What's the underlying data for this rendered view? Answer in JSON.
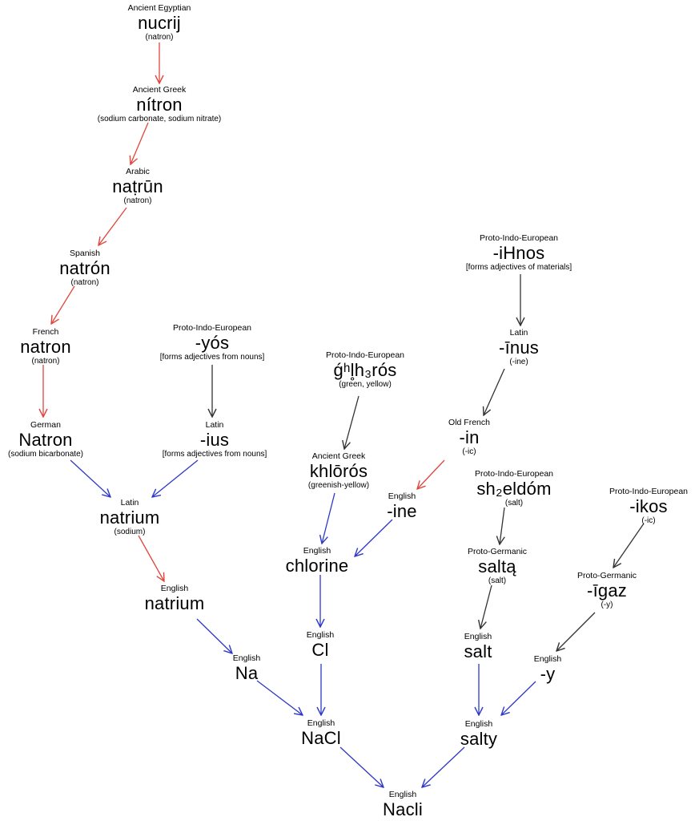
{
  "colors": {
    "red": "#e0463c",
    "black": "#333333",
    "blue": "#2d38c8"
  },
  "nodes": [
    {
      "id": "nucrij",
      "lang": "Ancient Egyptian",
      "word": "nucrij",
      "gloss": "(natron)"
    },
    {
      "id": "nitron",
      "lang": "Ancient Greek",
      "word": "nítron",
      "gloss": "(sodium carbonate, sodium nitrate)"
    },
    {
      "id": "natrun",
      "lang": "Arabic",
      "word": "naṭrūn",
      "gloss": "(natron)"
    },
    {
      "id": "natron-es",
      "lang": "Spanish",
      "word": "natrón",
      "gloss": "(natron)"
    },
    {
      "id": "natron-fr",
      "lang": "French",
      "word": "natron",
      "gloss": "(natron)"
    },
    {
      "id": "natron-de",
      "lang": "German",
      "word": "Natron",
      "gloss": "(sodium bicarbonate)"
    },
    {
      "id": "yos",
      "lang": "Proto-Indo-European",
      "word": "-yós",
      "gloss": "[forms adjectives from nouns]"
    },
    {
      "id": "ius",
      "lang": "Latin",
      "word": "-ius",
      "gloss": "[forms adjectives from nouns]"
    },
    {
      "id": "natrium-la",
      "lang": "Latin",
      "word": "natrium",
      "gloss": "(sodium)"
    },
    {
      "id": "natrium-en",
      "lang": "English",
      "word": "natrium",
      "gloss": ""
    },
    {
      "id": "na",
      "lang": "English",
      "word": "Na",
      "gloss": ""
    },
    {
      "id": "ghlhros",
      "lang": "Proto-Indo-European",
      "word": "ǵʰl̥h₃rós",
      "gloss": "(green, yellow)"
    },
    {
      "id": "khloros",
      "lang": "Ancient Greek",
      "word": "khlōrós",
      "gloss": "(greenish-yellow)"
    },
    {
      "id": "ihnos",
      "lang": "Proto-Indo-European",
      "word": "-iHnos",
      "gloss": "[forms adjectives of materials]"
    },
    {
      "id": "inus",
      "lang": "Latin",
      "word": "-īnus",
      "gloss": "(-ine)"
    },
    {
      "id": "in-ofr",
      "lang": "Old French",
      "word": "-in",
      "gloss": "(-ic)"
    },
    {
      "id": "ine",
      "lang": "English",
      "word": "-ine",
      "gloss": ""
    },
    {
      "id": "chlorine",
      "lang": "English",
      "word": "chlorine",
      "gloss": ""
    },
    {
      "id": "cl",
      "lang": "English",
      "word": "Cl",
      "gloss": ""
    },
    {
      "id": "nacl",
      "lang": "English",
      "word": "NaCl",
      "gloss": ""
    },
    {
      "id": "sh2eldom",
      "lang": "Proto-Indo-European",
      "word": "sh₂eldóm",
      "gloss": "(salt)"
    },
    {
      "id": "salta",
      "lang": "Proto-Germanic",
      "word": "saltą",
      "gloss": "(salt)"
    },
    {
      "id": "salt",
      "lang": "English",
      "word": "salt",
      "gloss": ""
    },
    {
      "id": "ikos",
      "lang": "Proto-Indo-European",
      "word": "-ikos",
      "gloss": "(-ic)"
    },
    {
      "id": "igaz",
      "lang": "Proto-Germanic",
      "word": "-īgaz",
      "gloss": "(-y)"
    },
    {
      "id": "y",
      "lang": "English",
      "word": "-y",
      "gloss": ""
    },
    {
      "id": "salty",
      "lang": "English",
      "word": "salty",
      "gloss": ""
    },
    {
      "id": "nacli",
      "lang": "English",
      "word": "Nacli",
      "gloss": ""
    }
  ],
  "edges": [
    {
      "from": "nucrij",
      "to": "nitron",
      "color": "red"
    },
    {
      "from": "nitron",
      "to": "natrun",
      "color": "red"
    },
    {
      "from": "natrun",
      "to": "natron-es",
      "color": "red"
    },
    {
      "from": "natron-es",
      "to": "natron-fr",
      "color": "red"
    },
    {
      "from": "natron-fr",
      "to": "natron-de",
      "color": "red"
    },
    {
      "from": "yos",
      "to": "ius",
      "color": "black"
    },
    {
      "from": "natron-de",
      "to": "natrium-la",
      "color": "blue"
    },
    {
      "from": "ius",
      "to": "natrium-la",
      "color": "blue"
    },
    {
      "from": "natrium-la",
      "to": "natrium-en",
      "color": "red"
    },
    {
      "from": "natrium-en",
      "to": "na",
      "color": "blue"
    },
    {
      "from": "ghlhros",
      "to": "khloros",
      "color": "black"
    },
    {
      "from": "ihnos",
      "to": "inus",
      "color": "black"
    },
    {
      "from": "inus",
      "to": "in-ofr",
      "color": "black"
    },
    {
      "from": "in-ofr",
      "to": "ine",
      "color": "red"
    },
    {
      "from": "khloros",
      "to": "chlorine",
      "color": "blue"
    },
    {
      "from": "ine",
      "to": "chlorine",
      "color": "blue"
    },
    {
      "from": "chlorine",
      "to": "cl",
      "color": "blue"
    },
    {
      "from": "na",
      "to": "nacl",
      "color": "blue"
    },
    {
      "from": "cl",
      "to": "nacl",
      "color": "blue"
    },
    {
      "from": "sh2eldom",
      "to": "salta",
      "color": "black"
    },
    {
      "from": "salta",
      "to": "salt",
      "color": "black"
    },
    {
      "from": "ikos",
      "to": "igaz",
      "color": "black"
    },
    {
      "from": "igaz",
      "to": "y",
      "color": "black"
    },
    {
      "from": "salt",
      "to": "salty",
      "color": "blue"
    },
    {
      "from": "y",
      "to": "salty",
      "color": "blue"
    },
    {
      "from": "nacl",
      "to": "nacli",
      "color": "blue"
    },
    {
      "from": "salty",
      "to": "nacli",
      "color": "blue"
    }
  ]
}
